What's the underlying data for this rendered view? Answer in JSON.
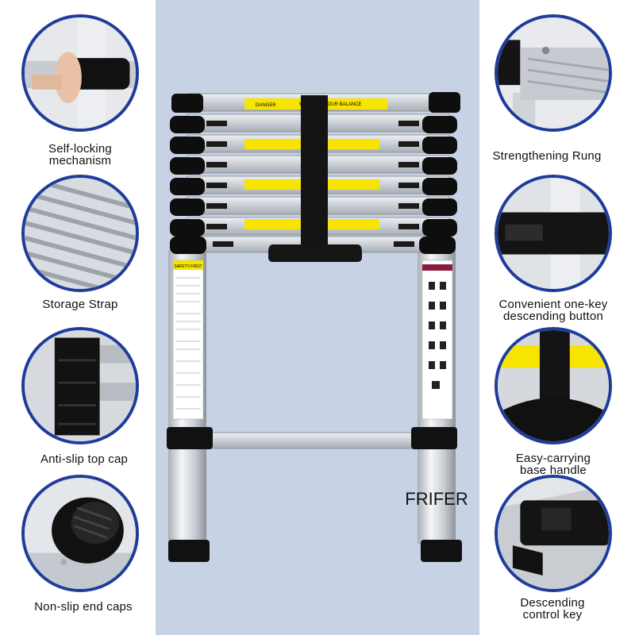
{
  "colors": {
    "panel_background": "#c7d2e5",
    "circle_border": "#1f3c9a",
    "cap_black": "#111111",
    "aluminium": "#d9dde2",
    "warning_yellow": "#f7e400"
  },
  "features_left": [
    {
      "lines": [
        "Self-locking",
        "mechanism"
      ],
      "icon": "self-locking-mechanism-icon"
    },
    {
      "lines": [
        "Storage Strap"
      ],
      "icon": "storage-strap-icon"
    },
    {
      "lines": [
        "Anti-slip top cap"
      ],
      "icon": "anti-slip-top-cap-icon"
    },
    {
      "lines": [
        "Non-slip end caps"
      ],
      "icon": "non-slip-end-caps-icon"
    }
  ],
  "features_right": [
    {
      "lines": [
        "Strengthening Rung"
      ],
      "icon": "strengthening-rung-icon"
    },
    {
      "lines": [
        "Convenient one-key",
        "descending button"
      ],
      "icon": "one-key-button-icon"
    },
    {
      "lines": [
        "Easy-carrying",
        "base handle"
      ],
      "icon": "carrying-handle-icon"
    },
    {
      "lines": [
        "Descending",
        "control key"
      ],
      "icon": "control-key-icon"
    }
  ],
  "ladder": {
    "top_label_left": "DANGER",
    "top_label_right": "YOU KEEP YOUR BALANCE",
    "safety_first": "SAFETY FIRST",
    "brand": "FRIFER"
  }
}
